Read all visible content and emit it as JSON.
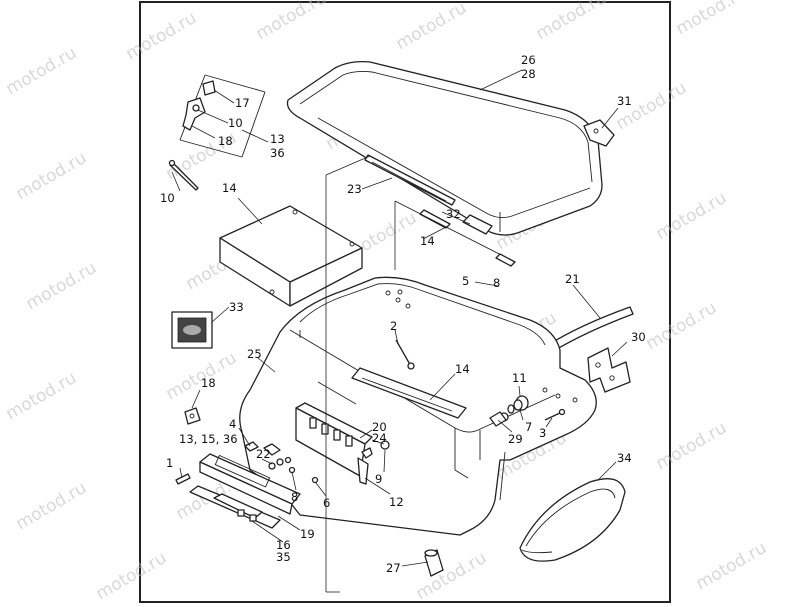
{
  "watermark": "motod.ru",
  "labels": {
    "l26": "26",
    "l28": "28",
    "l31": "31",
    "l17": "17",
    "l10a": "10",
    "l18a": "18",
    "l13a": "13",
    "l36a": "36",
    "l10b": "10",
    "l14a": "14",
    "l23": "23",
    "l32": "32",
    "l14b": "14",
    "l5": "5",
    "l8a": "8",
    "l21": "21",
    "l33": "33",
    "l2": "2",
    "l30": "30",
    "l25": "25",
    "l14c": "14",
    "l11": "11",
    "l18b": "18",
    "l7": "7",
    "l3": "3",
    "l29": "29",
    "l4": "4",
    "l13b": "13, 15, 36",
    "l20": "20",
    "l24": "24",
    "l22": "22",
    "l9": "9",
    "l1": "1",
    "l8b": "8",
    "l6": "6",
    "l12": "12",
    "l34": "34",
    "l19": "19",
    "l16": "16",
    "l35": "35",
    "l27": "27"
  }
}
